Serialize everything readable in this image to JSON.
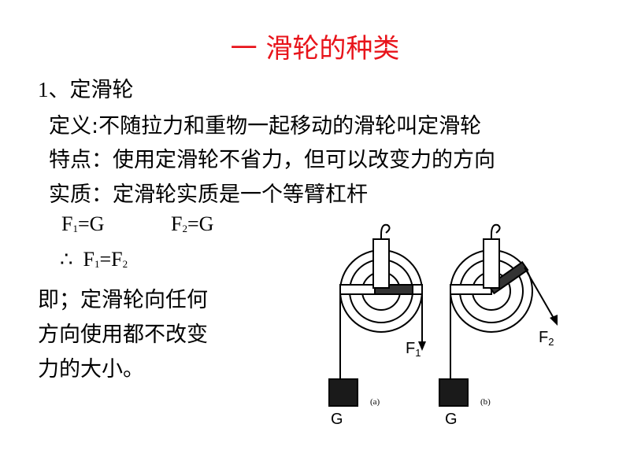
{
  "title": "一  滑轮的种类",
  "section": {
    "number": "1、",
    "heading": "定滑轮"
  },
  "definition": "定义:不随拉力和重物一起移动的滑轮叫定滑轮",
  "feature": "特点：使用定滑轮不省力，但可以改变力的方向",
  "essence": "实质：定滑轮实质是一个等臂杠杆",
  "formulas": {
    "f1_letter": "F",
    "f1_sub": "1",
    "f1_rest": "=G",
    "f2_letter": "F",
    "f2_sub": "2",
    "f2_rest": "=G",
    "therefore": "∴",
    "eq_f1_letter": "F",
    "eq_f1_sub": "1",
    "eq_mid": "=F",
    "eq_f2_sub": "2"
  },
  "conclusion": [
    "即；定滑轮向任何",
    "方向使用都不改变",
    "力的大小。"
  ],
  "figure": {
    "label_a": "(a)",
    "label_b": "(b)",
    "f1_letter": "F",
    "f1_sub": "1",
    "f2_letter": "F",
    "f2_sub": "2",
    "g_left": "G",
    "g_right": "G"
  },
  "colors": {
    "title": "#e8141b",
    "text": "#000000"
  }
}
